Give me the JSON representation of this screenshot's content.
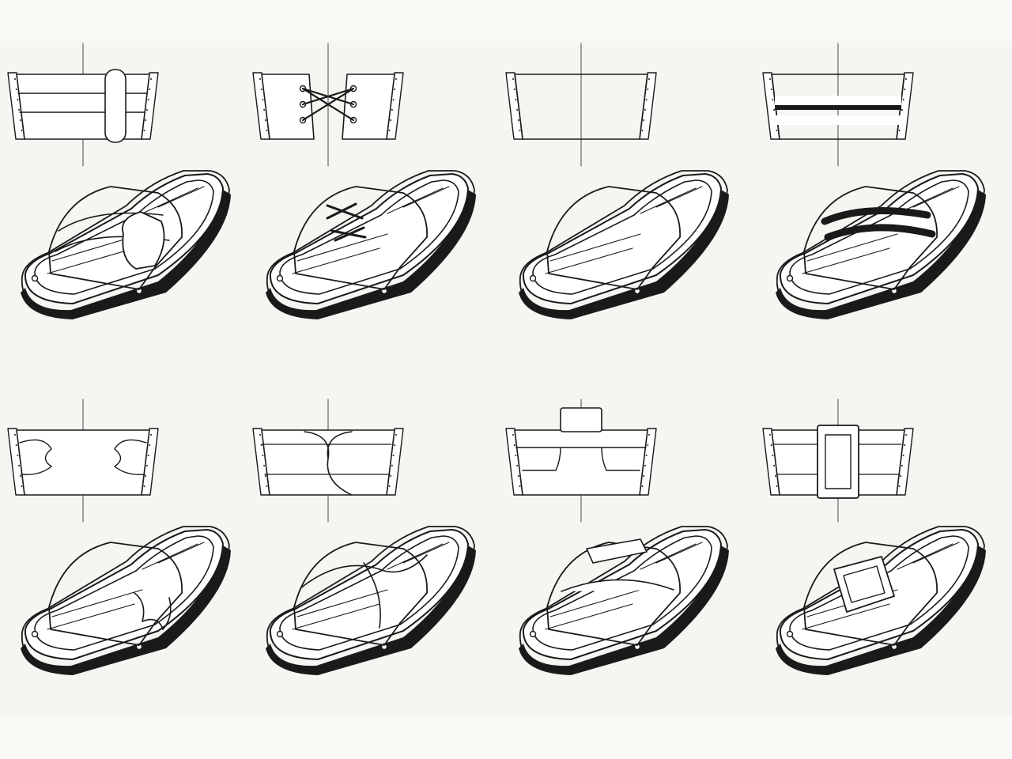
{
  "sheet": {
    "background": "#fbfaf7",
    "paper": "#f6f5f2",
    "ink": "#1a1a1a"
  },
  "rows": [
    {
      "name": "row-1",
      "variants": [
        {
          "id": "horizontal-bands-strap",
          "pattern": "bands-with-loop"
        },
        {
          "id": "criss-cross-lacing-strap",
          "pattern": "lacing"
        },
        {
          "id": "mesh-net-strap",
          "pattern": "mesh"
        },
        {
          "id": "hatched-stripe-strap",
          "pattern": "stripes-hatched"
        }
      ]
    },
    {
      "name": "row-2",
      "variants": [
        {
          "id": "wavy-cutout-strap",
          "pattern": "wavy-cutouts"
        },
        {
          "id": "crossover-twist-strap",
          "pattern": "twist"
        },
        {
          "id": "tab-loop-strap",
          "pattern": "tab"
        },
        {
          "id": "buckle-strap",
          "pattern": "buckle"
        }
      ]
    }
  ]
}
